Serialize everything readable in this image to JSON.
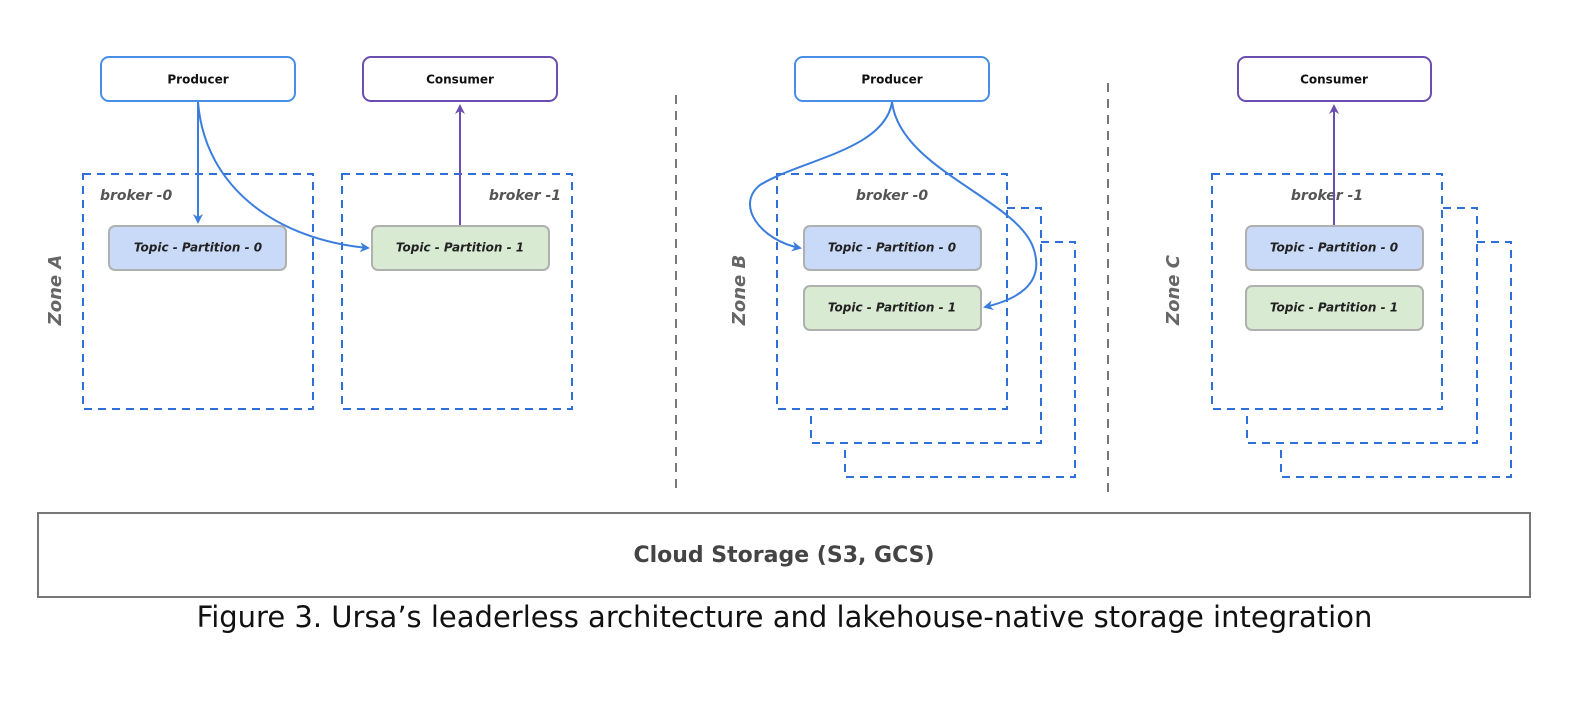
{
  "colors": {
    "producer_border": "#4a8fe6",
    "consumer_border": "#6b4fb0",
    "broker_dash": "#2f6fd8",
    "partition0_fill": "#c9daf8",
    "partition1_fill": "#d9ead3",
    "partition_border": "#b0b0b0",
    "arrow_blue": "#3b7ddd",
    "arrow_purple": "#6b4fb0",
    "divider": "#777777",
    "storage_border": "#777777"
  },
  "zones": [
    {
      "label": "Zone A",
      "producer": "Producer",
      "consumer": "Consumer",
      "brokers": [
        {
          "label": "broker -0",
          "partitions": [
            "Topic - Partition - 0"
          ]
        },
        {
          "label": "broker -1",
          "partitions": [
            "Topic - Partition - 1"
          ]
        }
      ]
    },
    {
      "label": "Zone B",
      "producer": "Producer",
      "brokers": [
        {
          "label": "broker -0",
          "partitions": [
            "Topic - Partition - 0",
            "Topic - Partition - 1"
          ]
        }
      ]
    },
    {
      "label": "Zone C",
      "consumer": "Consumer",
      "brokers": [
        {
          "label": "broker -1",
          "partitions": [
            "Topic - Partition - 0",
            "Topic - Partition - 1"
          ]
        }
      ]
    }
  ],
  "storage": {
    "label": "Cloud Storage (S3, GCS)"
  },
  "caption": "Figure 3. Ursa’s leaderless architecture and lakehouse-native storage integration"
}
